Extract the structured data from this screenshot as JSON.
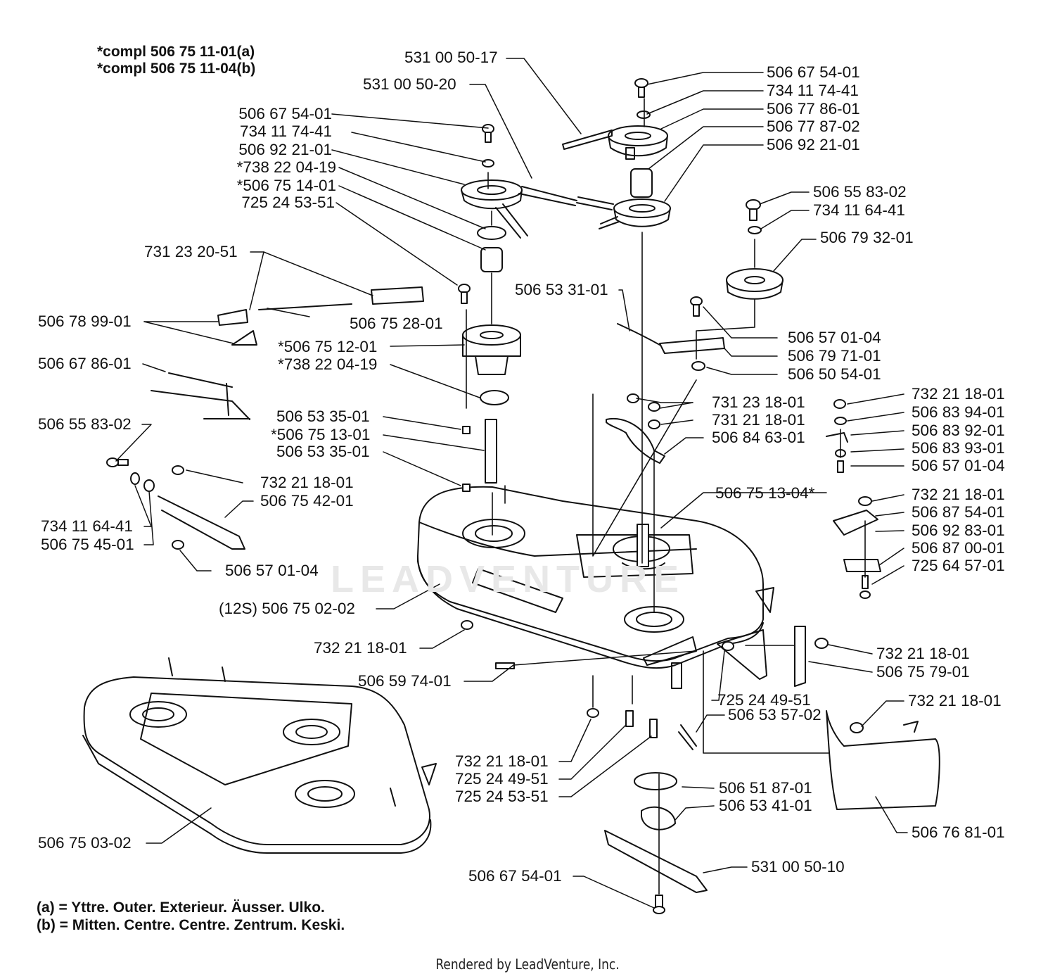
{
  "compl_notes": [
    "*compl 506 75 11-01(a)",
    "*compl 506 75 11-04(b)"
  ],
  "legend": [
    "(a) =  Yttre. Outer. Exterieur. Äusser. Ulko.",
    "(b) =  Mitten. Centre. Centre. Zentrum. Keski."
  ],
  "watermark": "LEADVENTURE",
  "footer": "Rendered by LeadVenture, Inc.",
  "labels": [
    "531 00 50-17",
    "531 00 50-20",
    "506 67 54-01",
    "734 11 74-41",
    "506 92 21-01",
    "*738 22 04-19",
    "*506 75 14-01",
    "725 24 53-51",
    "506 67 54-01",
    "734 11 74-41",
    "506 77 86-01",
    "506 77 87-02",
    "506 92 21-01",
    "506 55 83-02",
    "734 11 64-41",
    "506 79 32-01",
    "731 23 20-51",
    "506 78 99-01",
    "506 75 28-01",
    "506 53 31-01",
    "*506 75 12-01",
    "*738 22 04-19",
    "506 57 01-04",
    "506 79 71-01",
    "506 50 54-01",
    "506 67 86-01",
    "731 23 18-01",
    "731 21 18-01",
    "506 84 63-01",
    "732 21 18-01",
    "506 83 94-01",
    "506 83 92-01",
    "506 83 93-01",
    "506 57 01-04",
    "506 53 35-01",
    "*506 75 13-01",
    "506 53 35-01",
    "506 55 83-02",
    "732 21 18-01",
    "506 75 42-01",
    "734 11 64-41",
    "506 75 45-01",
    "506 57 01-04",
    "506 75 13-04*",
    "732 21 18-01",
    "506 87 54-01",
    "506 92 83-01",
    "506 87 00-01",
    "725 64 57-01",
    "(12S) 506 75 02-02",
    "732 21 18-01",
    "732 21 18-01",
    "506 75 79-01",
    "506 59 74-01",
    "725 24 49-51",
    "506 53 57-02",
    "732 21 18-01",
    "732 21 18-01",
    "725 24 49-51",
    "725 24 53-51",
    "506 51 87-01",
    "506 53 41-01",
    "506 75 03-02",
    "506 76 81-01",
    "531 00 50-10",
    "506 67 54-01"
  ]
}
